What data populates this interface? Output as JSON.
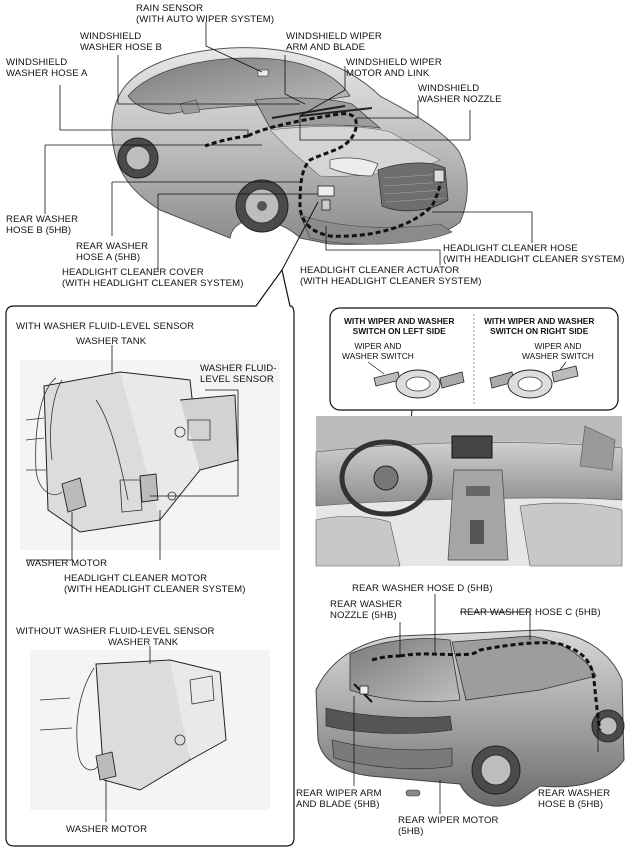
{
  "labels": {
    "rain_sensor": "RAIN SENSOR\n(WITH AUTO WIPER SYSTEM)",
    "ws_washer_hose_b": "WINDSHIELD\nWASHER HOSE B",
    "ws_wiper_arm": "WINDSHIELD WIPER\nARM AND BLADE",
    "ws_washer_hose_a": "WINDSHIELD\nWASHER HOSE A",
    "ws_wiper_motor": "WINDSHIELD WIPER\nMOTOR AND LINK",
    "ws_washer_nozzle": "WINDSHIELD\nWASHER NOZZLE",
    "rear_washer_hose_b_top": "REAR WASHER\nHOSE B (5HB)",
    "rear_washer_hose_a": "REAR WASHER\nHOSE A (5HB)",
    "headlight_cleaner_cover": "HEADLIGHT CLEANER COVER\n(WITH HEADLIGHT CLEANER SYSTEM)",
    "headlight_cleaner_hose": "HEADLIGHT CLEANER HOSE\n(WITH HEADLIGHT CLEANER SYSTEM)",
    "headlight_cleaner_actuator": "HEADLIGHT CLEANER ACTUATOR\n(WITH HEADLIGHT CLEANER SYSTEM)"
  },
  "tank_panel": {
    "with_sensor_title": "WITH WASHER FLUID-LEVEL SENSOR",
    "washer_tank_1": "WASHER TANK",
    "fluid_level_sensor": "WASHER FLUID-\nLEVEL SENSOR",
    "washer_motor_1": "WASHER MOTOR",
    "headlight_cleaner_motor": "HEADLIGHT CLEANER MOTOR\n(WITH HEADLIGHT CLEANER SYSTEM)",
    "without_sensor_title": "WITHOUT WASHER FLUID-LEVEL SENSOR",
    "washer_tank_2": "WASHER TANK",
    "washer_motor_2": "WASHER MOTOR"
  },
  "switch_panel": {
    "left_title": "WITH WIPER AND WASHER\nSWITCH ON LEFT SIDE",
    "right_title": "WITH WIPER AND WASHER\nSWITCH ON RIGHT SIDE",
    "left_label": "WIPER AND\nWASHER SWITCH",
    "right_label": "WIPER AND\nWASHER SWITCH"
  },
  "rear_labels": {
    "rear_hose_d": "REAR WASHER HOSE D (5HB)",
    "rear_nozzle": "REAR WASHER\nNOZZLE (5HB)",
    "rear_hose_c": "REAR WASHER HOSE C (5HB)",
    "rear_wiper_arm": "REAR WIPER ARM\nAND BLADE (5HB)",
    "rear_wiper_motor": "REAR WIPER MOTOR\n(5HB)",
    "rear_hose_b": "REAR WASHER\nHOSE B (5HB)"
  }
}
